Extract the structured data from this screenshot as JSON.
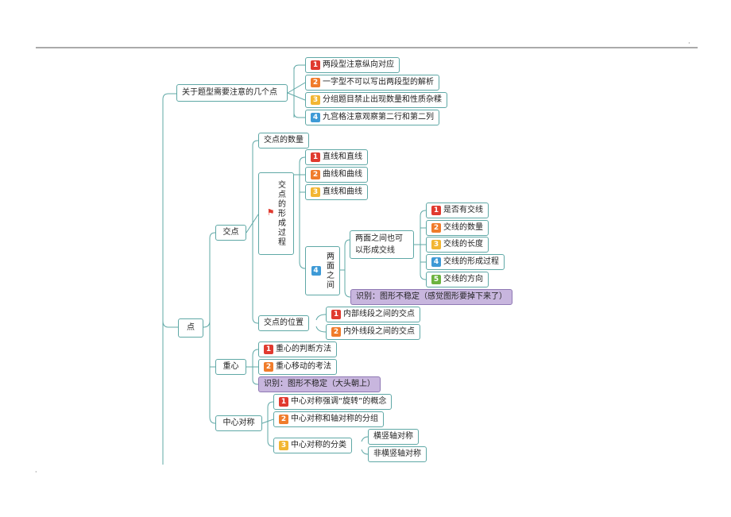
{
  "colors": {
    "line": "#5fa8a6",
    "note_bg": "#c8b6de",
    "badge_1": "#e03a2f",
    "badge_2": "#f07c2b",
    "badge_3": "#f2b632",
    "badge_4": "#3e9ad6",
    "badge_5": "#6cb33f"
  },
  "nodes": {
    "topic1": "关于题型需要注意的几个点",
    "topic1_items": [
      "两段型注意纵向对应",
      "一字型不可以写出两段型的解析",
      "分组题目禁止出现数量和性质杂糅",
      "九宫格注意观察第二行和第二列"
    ],
    "root": "点",
    "jiaodian": "交点",
    "jiaodian_shuliang": "交点的数量",
    "xingcheng": "交点的形成过程",
    "xingcheng_items": [
      "直线和直线",
      "曲线和曲线",
      "直线和曲线"
    ],
    "liangmian": "两面之间",
    "liangmian_sub": "两面之间也可以形成交线",
    "liangmian_sub_items": [
      "是否有交线",
      "交线的数量",
      "交线的长度",
      "交线的形成过程",
      "交线的方向"
    ],
    "note1": "识别：图形不稳定（感觉图形要掉下来了）",
    "weizhi": "交点的位置",
    "weizhi_items": [
      "内部线段之间的交点",
      "内外线段之间的交点"
    ],
    "zhongxin": "重心",
    "zhongxin_items": [
      "重心的判断方法",
      "重心移动的考法"
    ],
    "note2": "识别：图形不稳定（大头朝上）",
    "duichen": "中心对称",
    "duichen_items": [
      "中心对称强调“旋转”的概念",
      "中心对称和轴对称的分组",
      "中心对称的分类"
    ],
    "fenlei_items": [
      "横竖轴对称",
      "非横竖轴对称"
    ]
  },
  "badges": [
    "1",
    "2",
    "3",
    "4",
    "5"
  ]
}
